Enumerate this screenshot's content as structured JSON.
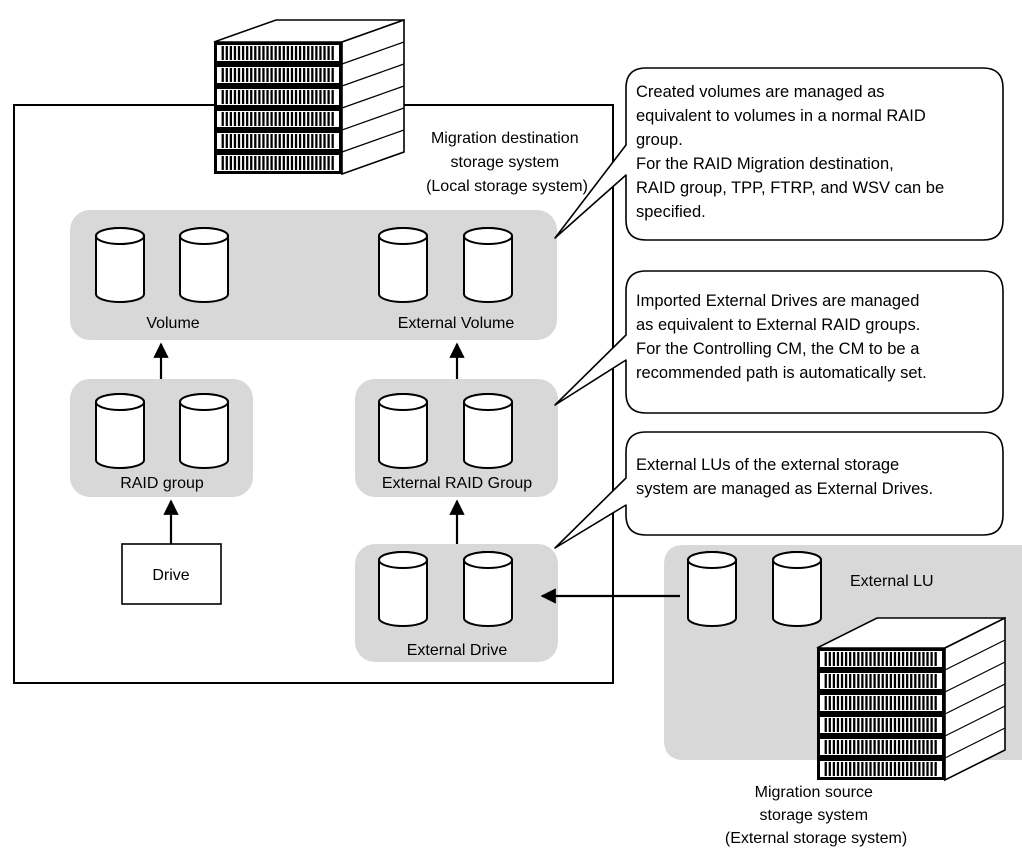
{
  "destination": {
    "label_lines": [
      "Migration destination",
      "storage system",
      "(Local storage system)"
    ]
  },
  "groups": {
    "volume": "Volume",
    "external_volume": "External Volume",
    "raid_group": "RAID group",
    "external_raid_group": "External RAID Group",
    "drive": "Drive",
    "external_drive": "External Drive"
  },
  "callouts": [
    {
      "id": "volumes",
      "lines": [
        "Created volumes are managed as",
        "equivalent to volumes in a normal RAID",
        "group.",
        "For the RAID Migration destination,",
        "RAID group, TPP, FTRP, and WSV can be",
        "specified."
      ]
    },
    {
      "id": "external-drives",
      "lines": [
        "Imported External Drives are managed",
        "as equivalent to External RAID groups.",
        "For the Controlling CM, the CM to be a",
        "recommended path is  automatically set."
      ]
    },
    {
      "id": "external-lus",
      "lines": [
        "External LUs of the external storage",
        "system are managed as External Drives."
      ]
    }
  ],
  "source": {
    "external_lu": "External LU",
    "label_lines": [
      "Migration source",
      "storage system",
      "(External storage system)"
    ]
  }
}
